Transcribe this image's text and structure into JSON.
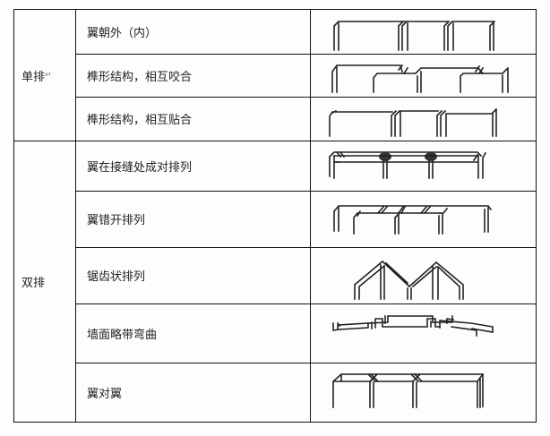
{
  "table": {
    "groups": [
      {
        "category": "单排",
        "rows": [
          0,
          1,
          2
        ]
      },
      {
        "category": "双排",
        "rows": [
          3,
          4,
          5,
          6,
          7
        ]
      }
    ],
    "rows": [
      {
        "label": "翼朝外（内）",
        "figure": "single-wings-outward-icon"
      },
      {
        "label": "榫形结构，相互咬合",
        "figure": "single-tenon-interlock-icon"
      },
      {
        "label": "榫形结构，相互贴合",
        "figure": "single-tenon-abut-icon"
      },
      {
        "label": "翼在接缝处成对排列",
        "figure": "double-paired-at-joints-icon"
      },
      {
        "label": "翼错开排列",
        "figure": "double-staggered-icon"
      },
      {
        "label": "锯齿状排列",
        "figure": "double-zigzag-icon"
      },
      {
        "label": "墙面略带弯曲",
        "figure": "double-curved-wall-icon"
      },
      {
        "label": "翼对翼",
        "figure": "double-wing-to-wing-icon"
      }
    ]
  },
  "colors": {
    "line": "#111111",
    "background": "#fdfdfd",
    "text": "#222222"
  }
}
